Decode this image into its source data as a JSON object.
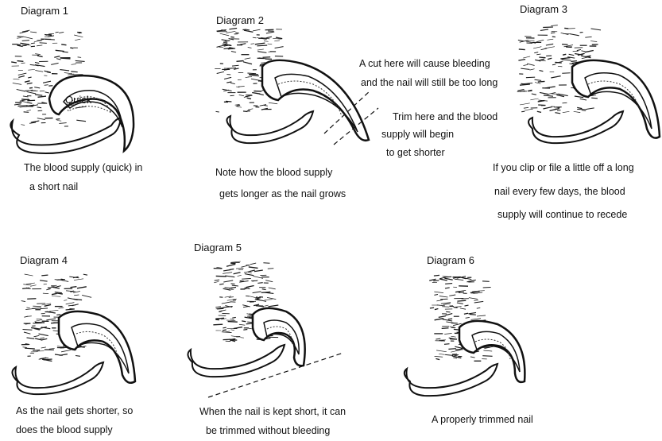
{
  "colors": {
    "ink": "#111111",
    "background": "#ffffff"
  },
  "diagrams": [
    {
      "title": "Diagram 1",
      "label": "Quick",
      "caption": [
        "The blood supply (quick) in",
        "a short nail"
      ]
    },
    {
      "title": "Diagram 2",
      "caption": [
        "Note how the blood supply",
        "gets longer as the nail grows"
      ],
      "notes": {
        "bleed": [
          "A cut here will cause bleeding",
          "and the nail will still be too long"
        ],
        "trim": [
          "Trim here and the blood",
          "supply will begin",
          "to get shorter"
        ]
      }
    },
    {
      "title": "Diagram 3",
      "caption": [
        "If you clip or file a little off a long",
        "nail every few days, the blood",
        "supply will continue to recede"
      ]
    },
    {
      "title": "Diagram 4",
      "caption": [
        "As the nail gets shorter, so",
        "does the blood supply"
      ]
    },
    {
      "title": "Diagram 5",
      "caption": [
        "When the nail is kept short, it can",
        "be trimmed without bleeding"
      ]
    },
    {
      "title": "Diagram 6",
      "caption": [
        "A properly trimmed nail"
      ]
    }
  ]
}
